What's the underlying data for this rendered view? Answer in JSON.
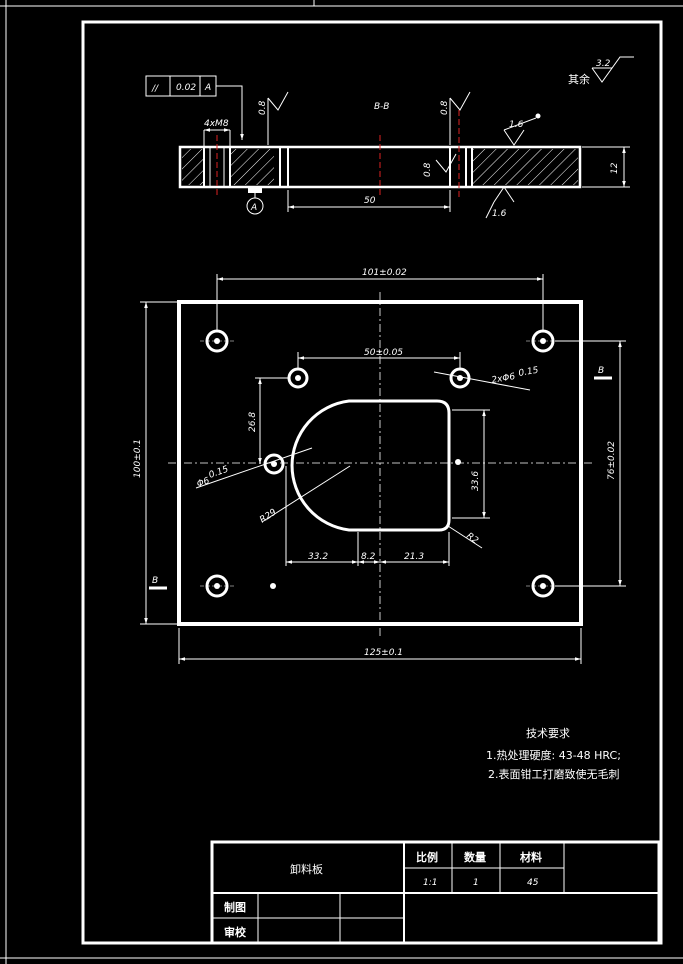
{
  "section_view": {
    "title": "B-B",
    "flatness_symbol": "//",
    "flatness_value": "0.02",
    "datum_ref": "A",
    "hole_note": "4xM8",
    "roughness_values": [
      "0.8",
      "0.8",
      "0.8",
      "1.6",
      "1.6"
    ],
    "dim_50": "50",
    "dim_12": "12",
    "datum_label": "A"
  },
  "general_roughness": {
    "label": "其余",
    "value": "3.2"
  },
  "plan_view": {
    "dim_101": "101±0.02",
    "dim_50": "50±0.05",
    "dim_2x_hole": "2xΦ6",
    "dim_2x_hole_tol": "0.15",
    "dim_100": "100±0.1",
    "dim_76": "76±0.02",
    "dim_26_8": "26.8",
    "dim_33_6": "33.6",
    "dim_hole_left": "Φ6",
    "dim_hole_left_tol": "0.15",
    "dim_r29": "R29",
    "dim_r2": "R2",
    "dim_33_2": "33.2",
    "dim_8_2": "8.2",
    "dim_21_3": "21.3",
    "dim_125": "125±0.1",
    "section_mark_left": "B",
    "section_mark_right": "B"
  },
  "tech_requirements": {
    "title": "技术要求",
    "item1": "1.热处理硬度: 43-48 HRC;",
    "item2": "2.表面钳工打磨致使无毛刺"
  },
  "title_block": {
    "part_name": "卸料板",
    "scale_label": "比例",
    "quantity_label": "数量",
    "material_label": "材料",
    "scale_value": "1:1",
    "quantity_value": "1",
    "material_value": "45",
    "drawn_label": "制图",
    "checked_label": "审校"
  }
}
